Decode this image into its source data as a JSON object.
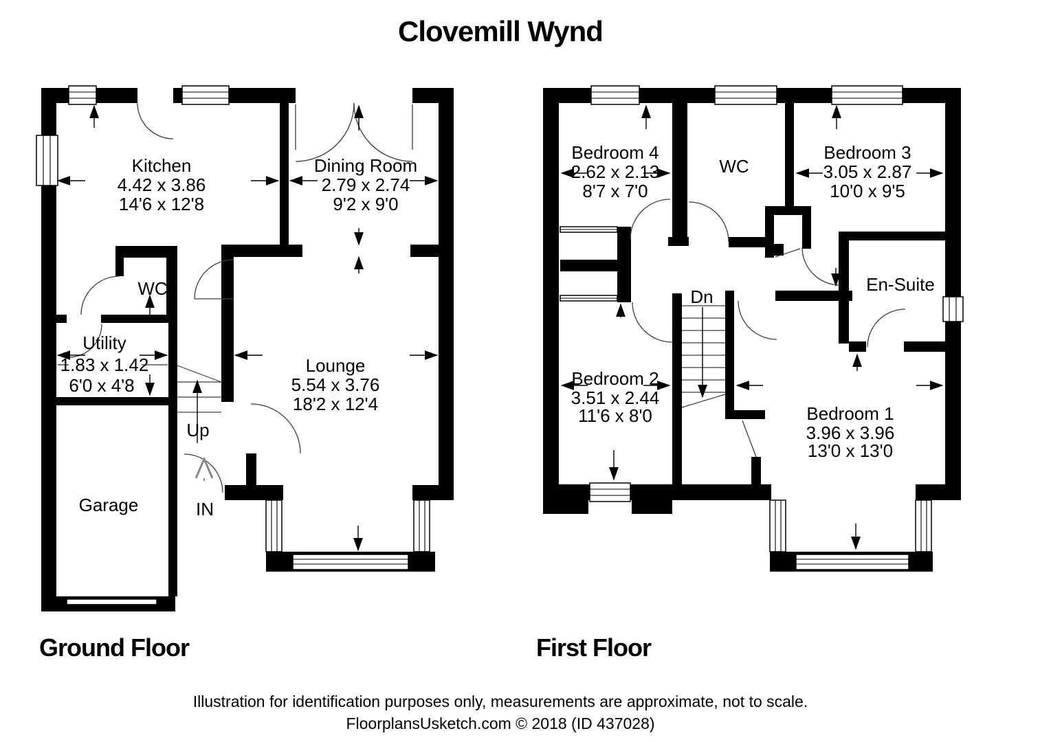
{
  "title": "Clovemill Wynd",
  "floors": {
    "ground": {
      "label": "Ground Floor",
      "stairs_label": "Up",
      "entrance_label": "IN",
      "rooms": {
        "kitchen": {
          "name": "Kitchen",
          "metric": "4.42 x 3.86",
          "imperial": "14'6 x 12'8"
        },
        "dining": {
          "name": "Dining Room",
          "metric": "2.79 x 2.74",
          "imperial": "9'2 x 9'0"
        },
        "wc": {
          "name": "WC"
        },
        "utility": {
          "name": "Utility",
          "metric": "1.83 x 1.42",
          "imperial": "6'0 x 4'8"
        },
        "lounge": {
          "name": "Lounge",
          "metric": "5.54 x 3.76",
          "imperial": "18'2 x 12'4"
        },
        "garage": {
          "name": "Garage"
        }
      }
    },
    "first": {
      "label": "First Floor",
      "stairs_label": "Dn",
      "rooms": {
        "bedroom4": {
          "name": "Bedroom 4",
          "metric": "2.62 x 2.13",
          "imperial": "8'7 x 7'0"
        },
        "wc": {
          "name": "WC"
        },
        "bedroom3": {
          "name": "Bedroom 3",
          "metric": "3.05 x 2.87",
          "imperial": "10'0 x 9'5"
        },
        "ensuite": {
          "name": "En-Suite"
        },
        "bedroom2": {
          "name": "Bedroom 2",
          "metric": "3.51 x 2.44",
          "imperial": "11'6 x 8'0"
        },
        "bedroom1": {
          "name": "Bedroom 1",
          "metric": "3.96 x 3.96",
          "imperial": "13'0 x 13'0"
        }
      }
    }
  },
  "footer": {
    "line1": "Illustration for identification purposes only, measurements are approximate, not to scale.",
    "line2": "FloorplansUsketch.com © 2018 (ID 437028)"
  },
  "colors": {
    "wall": "#000000",
    "background": "#ffffff",
    "thin_line": "#3c3c3c"
  }
}
